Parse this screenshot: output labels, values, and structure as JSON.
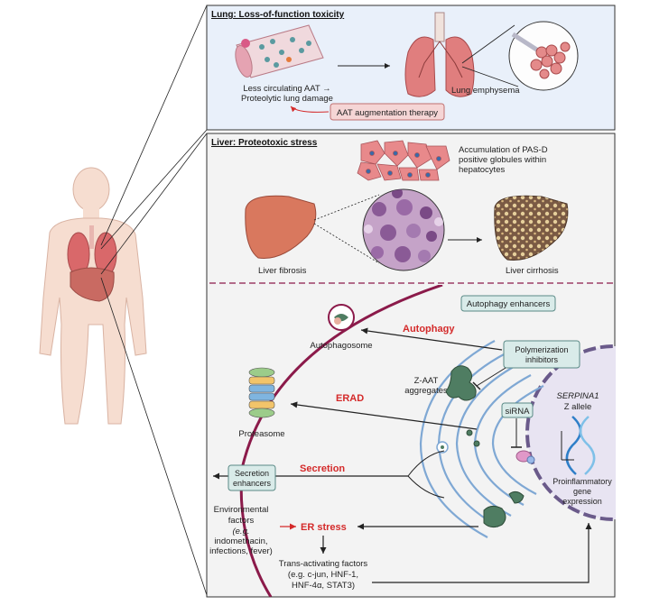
{
  "lung": {
    "header": "Lung: Loss-of-function toxicity",
    "left_label_1": "Less circulating AAT →",
    "left_label_2": "Proteolytic lung damage",
    "right_label": "Lung emphysema",
    "therapy_box": "AAT augmentation therapy"
  },
  "liver": {
    "header": "Liver: Proteotoxic stress",
    "accumulation_1": "Accumulation of PAS-D",
    "accumulation_2": "positive globules within",
    "accumulation_3": "hepatocytes",
    "fibrosis": "Liver fibrosis",
    "cirrhosis": "Liver cirrhosis"
  },
  "cell": {
    "autophagy_enhancers": "Autophagy enhancers",
    "autophagy": "Autophagy",
    "autophagosome": "Autophagosome",
    "polymerization_1": "Polymerization",
    "polymerization_2": "inhibitors",
    "zaat_1": "Z-AAT",
    "zaat_2": "aggregates",
    "erad": "ERAD",
    "proteasome": "Proteasome",
    "sirna": "siRNA",
    "serpina1": "SERPINA1",
    "z_allele": "Z allele",
    "proinflammatory_1": "Proinflammatory",
    "proinflammatory_2": "gene",
    "proinflammatory_3": "expression",
    "secretion": "Secretion",
    "secretion_enh_1": "Secretion",
    "secretion_enh_2": "enhancers",
    "env_1": "Environmental",
    "env_2": "factors",
    "env_3": "(e.g.",
    "env_4": "indomethacin,",
    "env_5": "infections, fever)",
    "er_stress": "ER stress",
    "trans_1": "Trans-activating factors",
    "trans_2": "(e.g. c-jun, HNF-1,",
    "trans_3": "HNF-4α, STAT3)"
  },
  "colors": {
    "lung_panel_bg": "#e9f0fa",
    "liver_panel_bg": "#f3f3f3",
    "arrow_red": "#d42a2a",
    "box_teal": "#d9ebe9",
    "membrane_maroon": "#8b1a4a",
    "nucleus_fill": "#e8e4f2",
    "er_blue": "#7fa8d4",
    "aggregate_green": "#4f7d62"
  }
}
